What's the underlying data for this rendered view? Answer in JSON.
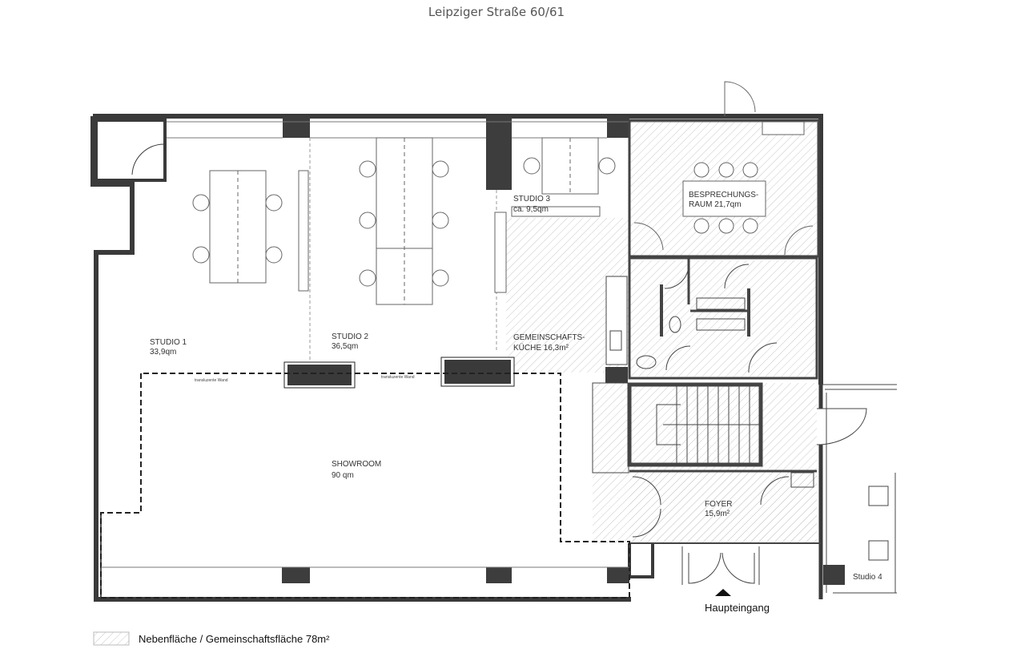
{
  "title": "Leipziger Straße 60/61",
  "rooms": {
    "studio1": {
      "name": "STUDIO 1",
      "area": "33,9qm"
    },
    "studio2": {
      "name": "STUDIO 2",
      "area": "36,5qm"
    },
    "studio3": {
      "name": "STUDIO 3",
      "area": "ca. 9,5qm"
    },
    "meeting": {
      "name": "BESPRECHUNGS-",
      "name2": "RAUM 21,7qm"
    },
    "kitchen": {
      "name": "GEMEINSCHAFTS-",
      "area": "KÜCHE 16,3m²"
    },
    "showroom": {
      "name": "SHOWROOM",
      "area": "90 qm"
    },
    "foyer": {
      "name": "FOYER",
      "area": "15,9m²"
    },
    "studio4": {
      "name": "Studio 4"
    }
  },
  "notes": {
    "wall1": "transluzente Wand",
    "wall2": "transluzente Wand"
  },
  "entrance": "Haupteingang",
  "legend": {
    "label": "Nebenfläche / Gemeinschaftsfläche 78m²"
  }
}
